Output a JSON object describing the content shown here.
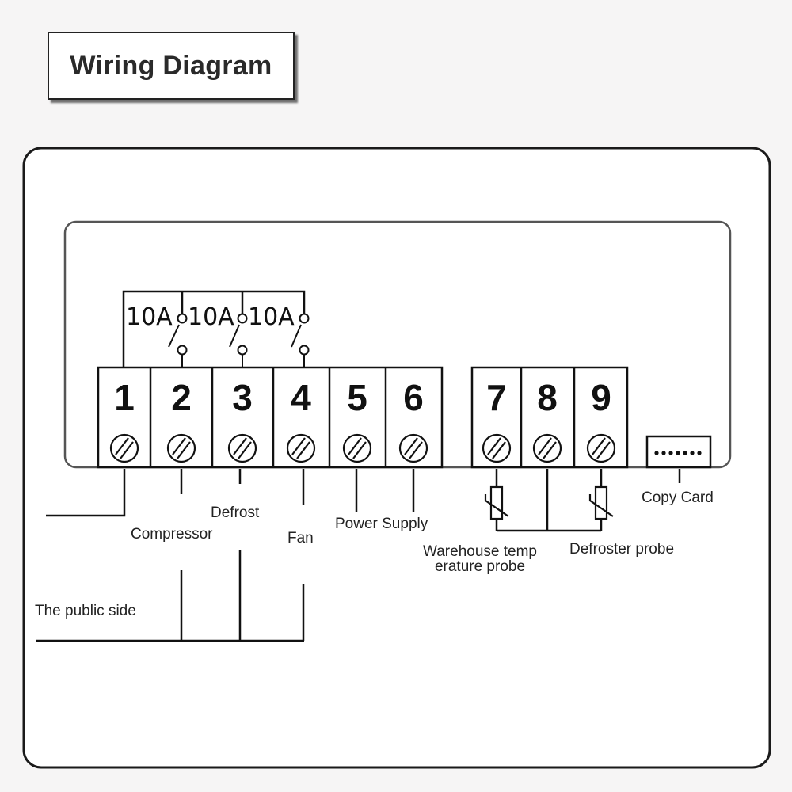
{
  "title": "Wiring Diagram",
  "terminals": [
    "1",
    "2",
    "3",
    "4",
    "5",
    "6",
    "7",
    "8",
    "9"
  ],
  "relay_ratings": [
    "10A",
    "10A",
    "10A"
  ],
  "labels": {
    "compressor": "Compressor",
    "defrost": "Defrost",
    "fan": "Fan",
    "power_supply": "Power Supply",
    "warehouse_probe_line1": "Warehouse temp",
    "warehouse_probe_line2": "erature probe",
    "defroster_probe": "Defroster probe",
    "copy_card": "Copy Card",
    "public_side": "The public side"
  },
  "colors": {
    "line": "#111111",
    "panel_border": "#444444",
    "background": "#f6f5f5"
  }
}
